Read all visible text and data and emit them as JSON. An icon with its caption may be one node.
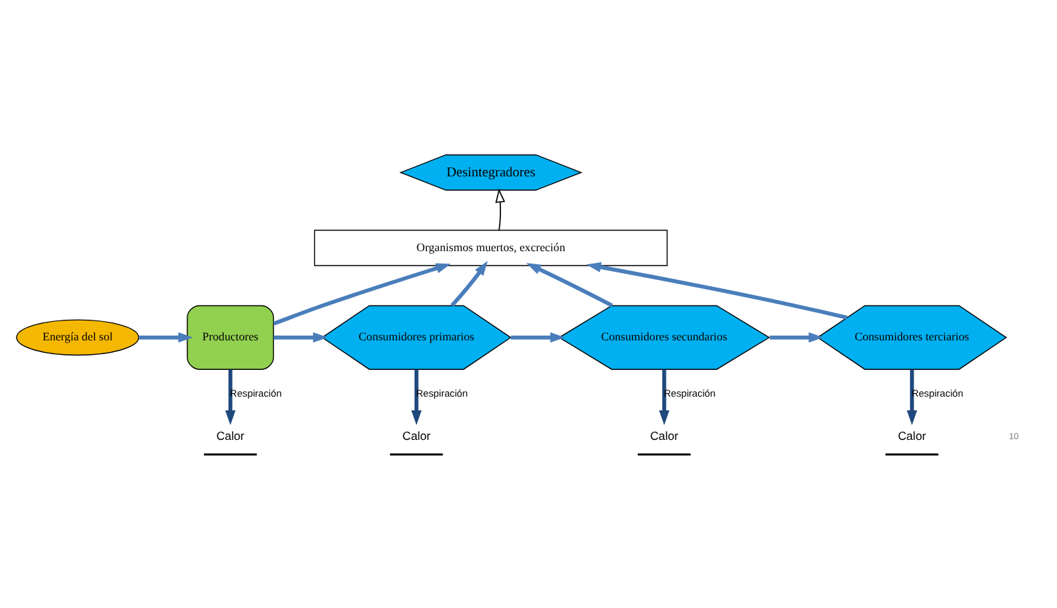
{
  "diagram": {
    "nodes": [
      {
        "text": [
          "Desintegradores"
        ]
      },
      {
        "text": [
          "Organismos muertos, excreción"
        ]
      },
      {
        "text": [
          "Energía del sol"
        ]
      },
      {
        "text": [
          "Productores"
        ]
      },
      {
        "text": [
          "Consumidores primarios"
        ]
      },
      {
        "text": [
          "Consumidores secundarios"
        ]
      },
      {
        "text": [
          "Consumidores terciarios"
        ]
      },
      {
        "text": [
          "Calor"
        ]
      },
      {
        "text": [
          "Calor"
        ]
      },
      {
        "text": [
          "Calor"
        ]
      },
      {
        "text": [
          "Calor"
        ]
      }
    ],
    "edges": [
      {
        "from": 1,
        "to": 0,
        "arrow": "to",
        "color": "#000000"
      },
      {
        "from": 2,
        "to": 3,
        "arrow": "to"
      },
      {
        "from": 3,
        "to": 4,
        "arrow": "to"
      },
      {
        "from": 4,
        "to": 5,
        "arrow": "to"
      },
      {
        "from": 5,
        "to": 6,
        "arrow": "to"
      },
      {
        "from": 3,
        "to": 1,
        "arrow": "to"
      },
      {
        "from": 4,
        "to": 1,
        "arrow": "to"
      },
      {
        "from": 5,
        "to": 1,
        "arrow": "to"
      },
      {
        "from": 6,
        "to": 1,
        "arrow": "to"
      },
      {
        "from": 3,
        "to": 7,
        "arrow": "to",
        "label": "Respiración",
        "color": "#1f497d"
      },
      {
        "from": 4,
        "to": 8,
        "arrow": "to",
        "label": "Respiración",
        "color": "#1f497d"
      },
      {
        "from": 5,
        "to": 9,
        "arrow": "to",
        "label": "Respiración",
        "color": "#1f497d"
      },
      {
        "from": 6,
        "to": 10,
        "arrow": "to",
        "label": "Respiración",
        "color": "#1f497d"
      }
    ],
    "labels": [
      "10"
    ]
  }
}
